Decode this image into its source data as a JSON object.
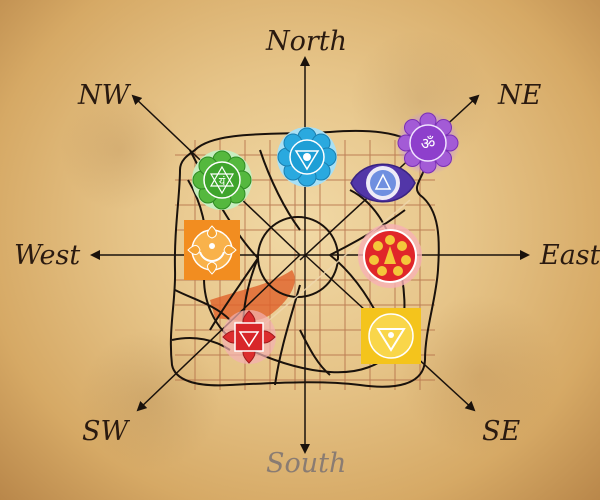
{
  "directions": {
    "north": "North",
    "south": "South",
    "east": "East",
    "west": "West",
    "northwest": "NW",
    "northeast": "NE",
    "southwest": "SW",
    "southeast": "SE"
  },
  "chakras": {
    "crown": {
      "symbol": "ॐ",
      "color": "#9b4fd1"
    },
    "third_eye": {
      "color": "#5a3fb0"
    },
    "throat": {
      "color": "#1ea7dd"
    },
    "heart": {
      "symbol": "यं",
      "color": "#4fb83a"
    },
    "solar_plexus": {
      "color": "#f3c21b"
    },
    "sacral": {
      "color": "#f08a1d"
    },
    "root": {
      "color": "#d8262a"
    },
    "spleen": {
      "color": "#e0262a"
    }
  }
}
